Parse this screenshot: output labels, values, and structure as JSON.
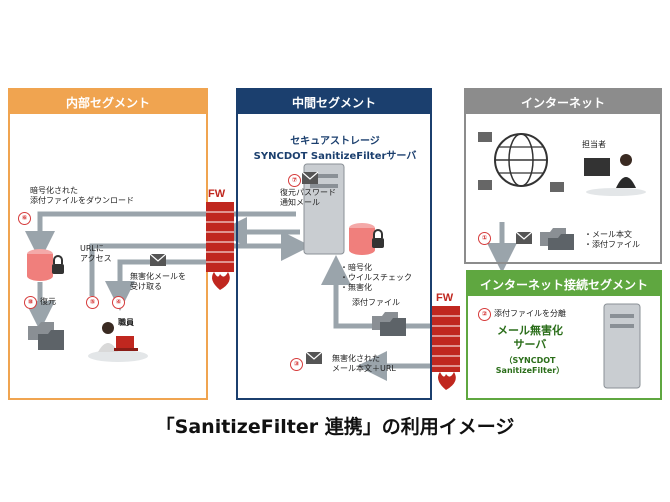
{
  "segments": {
    "internal": "内部セグメント",
    "middle": "中間セグメント",
    "internet": "インターネット",
    "connect": "インターネット接続セグメント"
  },
  "middle_server": {
    "line1": "セキュアストレージ",
    "line2": "SYNCDOT SanitizeFilterサーバ"
  },
  "mail_server": {
    "line1": "メール無害化",
    "line2": "サーバ",
    "line3": "（SYNCDOT",
    "line4": "SanitizeFilter）"
  },
  "labels": {
    "download_1": "暗号化された",
    "download_2": "添付ファイルをダウンロード",
    "password_1": "復元パスワード",
    "password_2": "通知メール",
    "url_1": "URLに",
    "url_2": "アクセス",
    "receive_1": "無害化メールを",
    "receive_2": "受け取る",
    "restore": "復元",
    "staff": "職員",
    "process_1": "・暗号化",
    "process_2": "・ウイルスチェック",
    "process_3": "・無害化",
    "attachment": "添付ファイル",
    "sanitized_1": "無害化された",
    "sanitized_2": "メール本文＋URL",
    "split": "添付ファイルを分離",
    "mail_body": "・メール本文",
    "mail_attach": "・添付ファイル",
    "person": "担当者",
    "fw": "FW"
  },
  "steps": [
    "①",
    "②",
    "③",
    "④",
    "⑤",
    "⑥",
    "⑦",
    "⑧"
  ],
  "caption": "「SanitizeFilter 連携」の利用イメージ",
  "colors": {
    "internal": "#f0a450",
    "middle": "#1b3f6e",
    "internet": "#8c8c8c",
    "connect": "#5fa740",
    "firewall": "#c0271f",
    "arrow": "#9aa4ab"
  }
}
